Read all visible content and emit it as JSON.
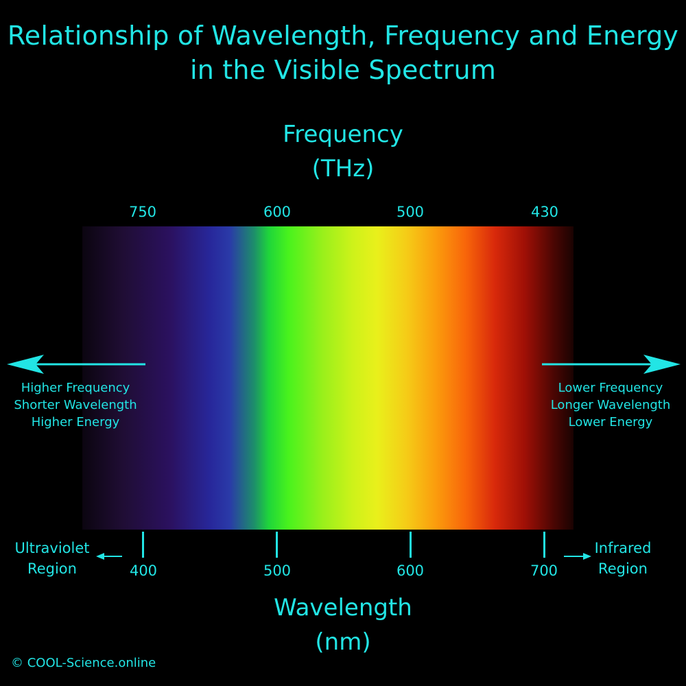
{
  "title_line1": "Relationship of Wavelength, Frequency and Energy",
  "title_line2": "in the Visible Spectrum",
  "frequency_axis": {
    "title": "Frequency",
    "unit": "(THz)",
    "ticks": [
      "750",
      "600",
      "500",
      "430"
    ]
  },
  "wavelength_axis": {
    "title": "Wavelength",
    "unit": "(nm)",
    "ticks": [
      "400",
      "500",
      "600",
      "700"
    ]
  },
  "left_text": {
    "line1": "Higher Frequency",
    "line2": "Shorter Wavelength",
    "line3": "Higher Energy"
  },
  "right_text": {
    "line1": "Lower Frequency",
    "line2": "Longer Wavelength",
    "line3": "Lower Energy"
  },
  "uv_region": {
    "line1": "Ultraviolet",
    "line2": "Region"
  },
  "ir_region": {
    "line1": "Infrared",
    "line2": "Region"
  },
  "copyright": "© COOL-Science.online",
  "colors": {
    "accent": "#22e5e5",
    "background": "#000000"
  }
}
